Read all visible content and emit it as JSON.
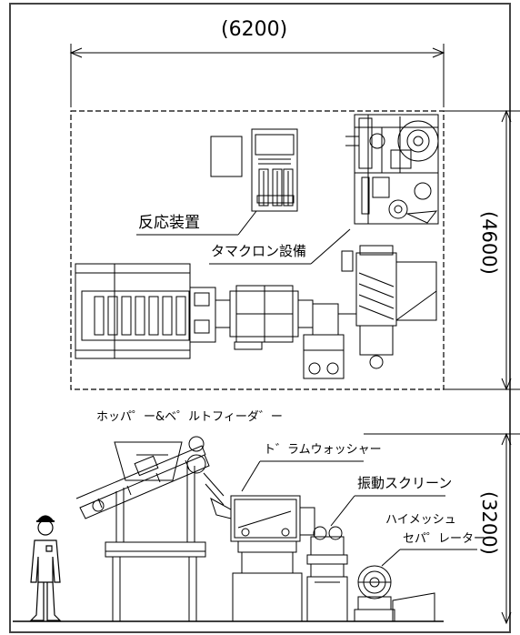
{
  "dimensions": {
    "width_plan": "(6200)",
    "depth_plan": "(4600)",
    "height_elevation": "(3200)"
  },
  "labels": {
    "reactor": "反応装置",
    "tamakuron": "タマクロン設備",
    "hopper_belt_feeder": "ホッパ゜ー&ベ゜ルトフィーダ゛ー",
    "drum_washer": "ト゛ラムウォッシャー",
    "vibrating_screen": "振動スクリーン",
    "high_mesh": "ハイメッシュ",
    "separator": "セパ゜レーター"
  },
  "colors": {
    "line": "#000000",
    "frame": "#444444",
    "background": "#ffffff"
  }
}
